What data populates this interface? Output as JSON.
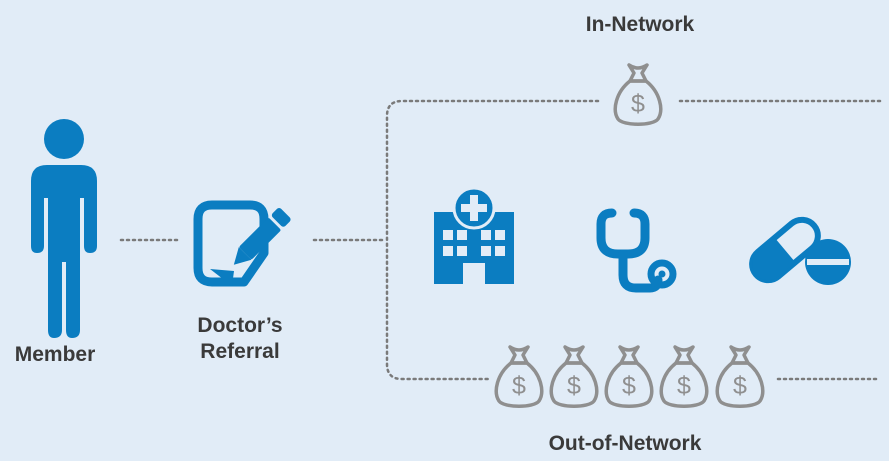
{
  "labels": {
    "in_network": "In-Network",
    "out_of_network": "Out-of-Network",
    "member": "Member",
    "referral_line1": "Doctor’s",
    "referral_line2": "Referral"
  },
  "icons": {
    "member": "person-icon",
    "referral": "referral-form-pencil-icon",
    "hospital": "hospital-icon",
    "doctor": "stethoscope-icon",
    "pharmacy": "pill-capsule-icon",
    "cost": "money-bag-icon"
  },
  "colors": {
    "background": "#e1ecf7",
    "icon_blue": "#0b7dc1",
    "money_gray": "#8f8f8f",
    "dotted_line": "#7a7a7a",
    "text": "#3a3a3a"
  },
  "in_network_money_bags": 1,
  "out_of_network_money_bags": 5
}
